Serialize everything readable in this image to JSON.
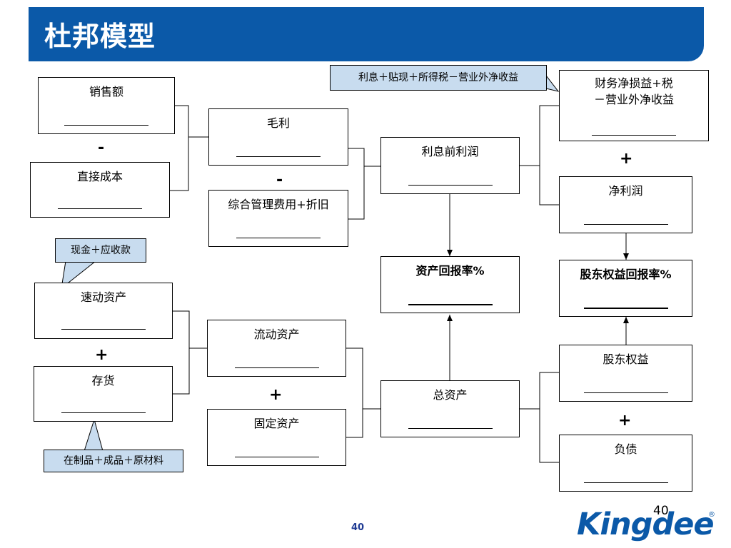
{
  "title": "杜邦模型",
  "boxes": {
    "sales": "销售额",
    "direct_cost": "直接成本",
    "gross_profit": "毛利",
    "admin_expense": "综合管理费用+折旧",
    "ebit": "利息前利润",
    "finance_tax_line1": "财务净损益+税",
    "finance_tax_line2": "－营业外净收益",
    "net_profit": "净利润",
    "roa": "资产回报率%",
    "roe": "股东权益回报率%",
    "quick_assets": "速动资产",
    "inventory": "存货",
    "current_assets": "流动资产",
    "fixed_assets": "固定资产",
    "total_assets": "总资产",
    "equity": "股东权益",
    "liabilities": "负债"
  },
  "operators": {
    "minus": "-",
    "plus": "+"
  },
  "callouts": {
    "interest_formula": "利息＋贴现＋所得税－营业外净收益",
    "cash_receivables": "现金＋应收款",
    "inventory_parts": "在制品＋成品＋原材料"
  },
  "footer": {
    "page_number": "40",
    "page_number_corner": "40",
    "logo_text": "Kingdee",
    "logo_mark": "®"
  },
  "colors": {
    "title_bar": "#0b59a8",
    "callout_fill": "#c8dcef",
    "logo": "#0b59a8"
  }
}
